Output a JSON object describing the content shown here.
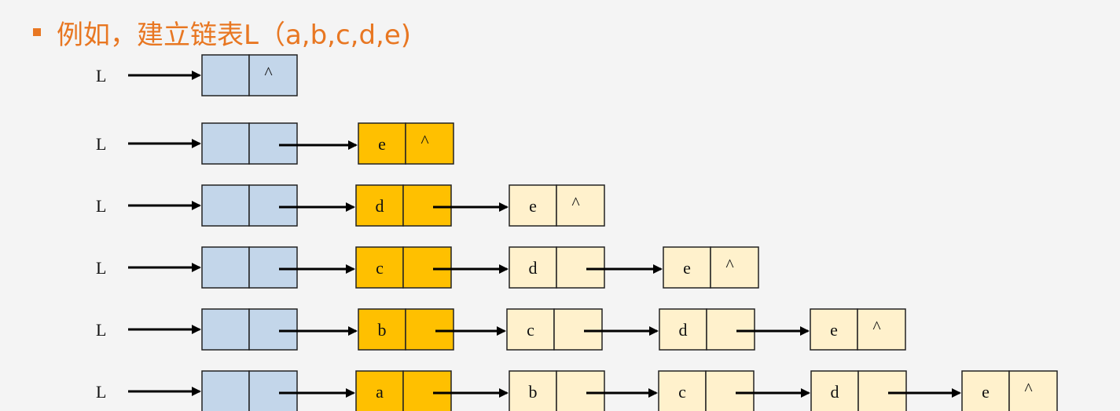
{
  "title": "例如，建立链表L（a,b,c,d,e)",
  "colors": {
    "accent": "#e87722",
    "head_node": "#c3d6ea",
    "new_node": "#ffc000",
    "old_node": "#fff1cc",
    "border": "#222222"
  },
  "rows": [
    {
      "label": "L",
      "nodes": [
        {
          "kind": "head",
          "data": "",
          "ptr": "^"
        }
      ]
    },
    {
      "label": "L",
      "nodes": [
        {
          "kind": "head",
          "data": "",
          "ptr": ""
        },
        {
          "kind": "new",
          "data": "e",
          "ptr": "^"
        }
      ]
    },
    {
      "label": "L",
      "nodes": [
        {
          "kind": "head",
          "data": "",
          "ptr": ""
        },
        {
          "kind": "new",
          "data": "d",
          "ptr": ""
        },
        {
          "kind": "old",
          "data": "e",
          "ptr": "^"
        }
      ]
    },
    {
      "label": "L",
      "nodes": [
        {
          "kind": "head",
          "data": "",
          "ptr": ""
        },
        {
          "kind": "new",
          "data": "c",
          "ptr": ""
        },
        {
          "kind": "old",
          "data": "d",
          "ptr": ""
        },
        {
          "kind": "old",
          "data": "e",
          "ptr": "^"
        }
      ]
    },
    {
      "label": "L",
      "nodes": [
        {
          "kind": "head",
          "data": "",
          "ptr": ""
        },
        {
          "kind": "new",
          "data": "b",
          "ptr": ""
        },
        {
          "kind": "old",
          "data": "c",
          "ptr": ""
        },
        {
          "kind": "old",
          "data": "d",
          "ptr": ""
        },
        {
          "kind": "old",
          "data": "e",
          "ptr": "^"
        }
      ]
    },
    {
      "label": "L",
      "nodes": [
        {
          "kind": "head",
          "data": "",
          "ptr": ""
        },
        {
          "kind": "new",
          "data": "a",
          "ptr": ""
        },
        {
          "kind": "old",
          "data": "b",
          "ptr": ""
        },
        {
          "kind": "old",
          "data": "c",
          "ptr": ""
        },
        {
          "kind": "old",
          "data": "d",
          "ptr": ""
        },
        {
          "kind": "old",
          "data": "e",
          "ptr": "^"
        }
      ]
    }
  ]
}
